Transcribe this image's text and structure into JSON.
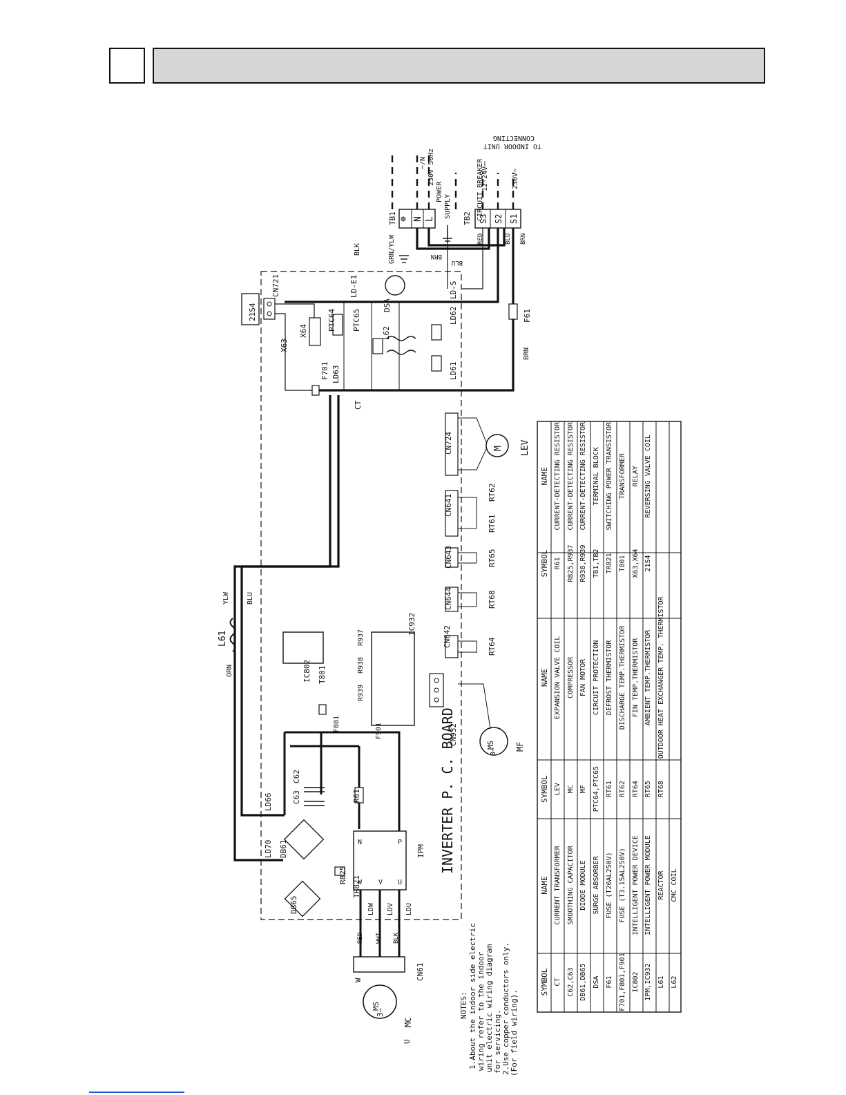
{
  "header": {
    "section_number": "",
    "title": ""
  },
  "board_title": "INVERTER  P. C.  BOARD",
  "notes": {
    "heading": "NOTES:",
    "lines": [
      "1.About the indoor side electric",
      "   wiring refer to the indoor",
      "   unit electric wiring diagram",
      "   for servicing.",
      "2.Use copper conductors only.",
      "   (For field wiring)."
    ]
  },
  "power": {
    "tb1": "TB1",
    "tb2": "TB2",
    "supply_lines": [
      "~/N",
      "230V 50Hz",
      "POWER",
      "SUPPLY"
    ],
    "circuit_breaker": "CIRCUIT BREAKER",
    "indoor_lines": [
      "TO INDOOR UNIT",
      "CONNECTING"
    ],
    "dc_label": "12-24V⎓",
    "ac_label": "230V~",
    "terminals": [
      "⊕",
      "N",
      "L",
      "S3",
      "S2",
      "S1"
    ]
  },
  "labels": {
    "ct": "CT",
    "l61": "L61",
    "l62": "L62",
    "ylw": "YLW",
    "blu": "BLU",
    "orn": "ORN",
    "brn": "BRN",
    "blk": "BLK",
    "grn_ylw": "GRN/YLW",
    "red": "RED",
    "wht": "WHT",
    "s214": "21S4",
    "cn721": "CN721",
    "x63": "X63",
    "x64": "X64",
    "ptc64": "PTC64",
    "ptc65": "PTC65",
    "dsa": "DSA",
    "lde1": "LD-E1",
    "lds": "LD-S",
    "ld61": "LD61",
    "ld62": "LD62",
    "ld63": "LD63",
    "ld66": "LD66",
    "ld70": "LD70",
    "f61": "F61",
    "f701": "F701",
    "f801": "F801",
    "f901": "F901",
    "db61": "DB61",
    "db65": "DB65",
    "c62": "C62",
    "c63": "C63",
    "r61": "R61",
    "r825": "R825",
    "tr821": "TR821",
    "ipm": "IPM",
    "ic802": "IC802",
    "ic932": "IC932",
    "t801": "T801",
    "r937": "R937",
    "r938": "R938",
    "r939": "R939",
    "ldu": "LDU",
    "ldv": "LDV",
    "ldw": "LDW",
    "cn61": "CN61",
    "ms": "MS",
    "three_phase": "3~",
    "mc": "MC",
    "mf": "MF",
    "lev": "LEV",
    "m": "M",
    "u": "U",
    "v": "V",
    "w": "W",
    "n": "N",
    "p": "P",
    "cn932": "CN932",
    "cn642": "CN642",
    "cn644": "CN644",
    "cn643": "CN643",
    "cn641": "CN641",
    "cn724": "CN724",
    "rt64": "RT64",
    "rt68": "RT68",
    "rt65": "RT65",
    "rt61": "RT61",
    "rt62": "RT62"
  },
  "parts_table": {
    "headers": [
      "SYMBOL",
      "NAME",
      "SYMBOL",
      "NAME",
      "SYMBOL",
      "NAME"
    ],
    "rows": [
      [
        "CT",
        "CURRENT TRANSFORMER",
        "LEV",
        "EXPANSION VALVE COIL",
        "R61",
        "CURRENT-DETECTING RESISTOR"
      ],
      [
        "C62,C63",
        "SMOOTHING CAPACITOR",
        "MC",
        "COMPRESSOR",
        "R825,R937",
        "CURRENT-DETECTING RESISTOR"
      ],
      [
        "DB61,DB65",
        "DIODE MODULE",
        "MF",
        "FAN MOTOR",
        "R938,R939",
        "CURRENT-DETECTING RESISTOR"
      ],
      [
        "DSA",
        "SURGE ABSORBER",
        "PTC64,PTC65",
        "CIRCUIT PROTECTION",
        "TB1,TB2",
        "TERMINAL BLOCK"
      ],
      [
        "F61",
        "FUSE (T20AL250V)",
        "RT61",
        "DEFROST THERMISTOR",
        "TR821",
        "SWITCHING POWER TRANSISTOR"
      ],
      [
        "F701,F801,F901",
        "FUSE (T3.15AL250V)",
        "RT62",
        "DISCHARGE TEMP.THERMISTOR",
        "T801",
        "TRANSFORMER"
      ],
      [
        "IC802",
        "INTELLIGENT POWER DEVICE",
        "RT64",
        "FIN TEMP.THERMISTOR",
        "X63,X64",
        "RELAY"
      ],
      [
        "IPM,IC932",
        "INTELLIGENT POWER MODULE",
        "RT65",
        "AMBIENT TEMP.THERMISTOR",
        "21S4",
        "REVERSING VALVE COIL"
      ],
      [
        "L61",
        "REACTOR",
        "RT68",
        "OUTDOOR HEAT EXCHANGER TEMP. THERMISTOR",
        "",
        ""
      ],
      [
        "L62",
        "CMC COIL",
        "",
        "",
        "",
        ""
      ]
    ]
  }
}
